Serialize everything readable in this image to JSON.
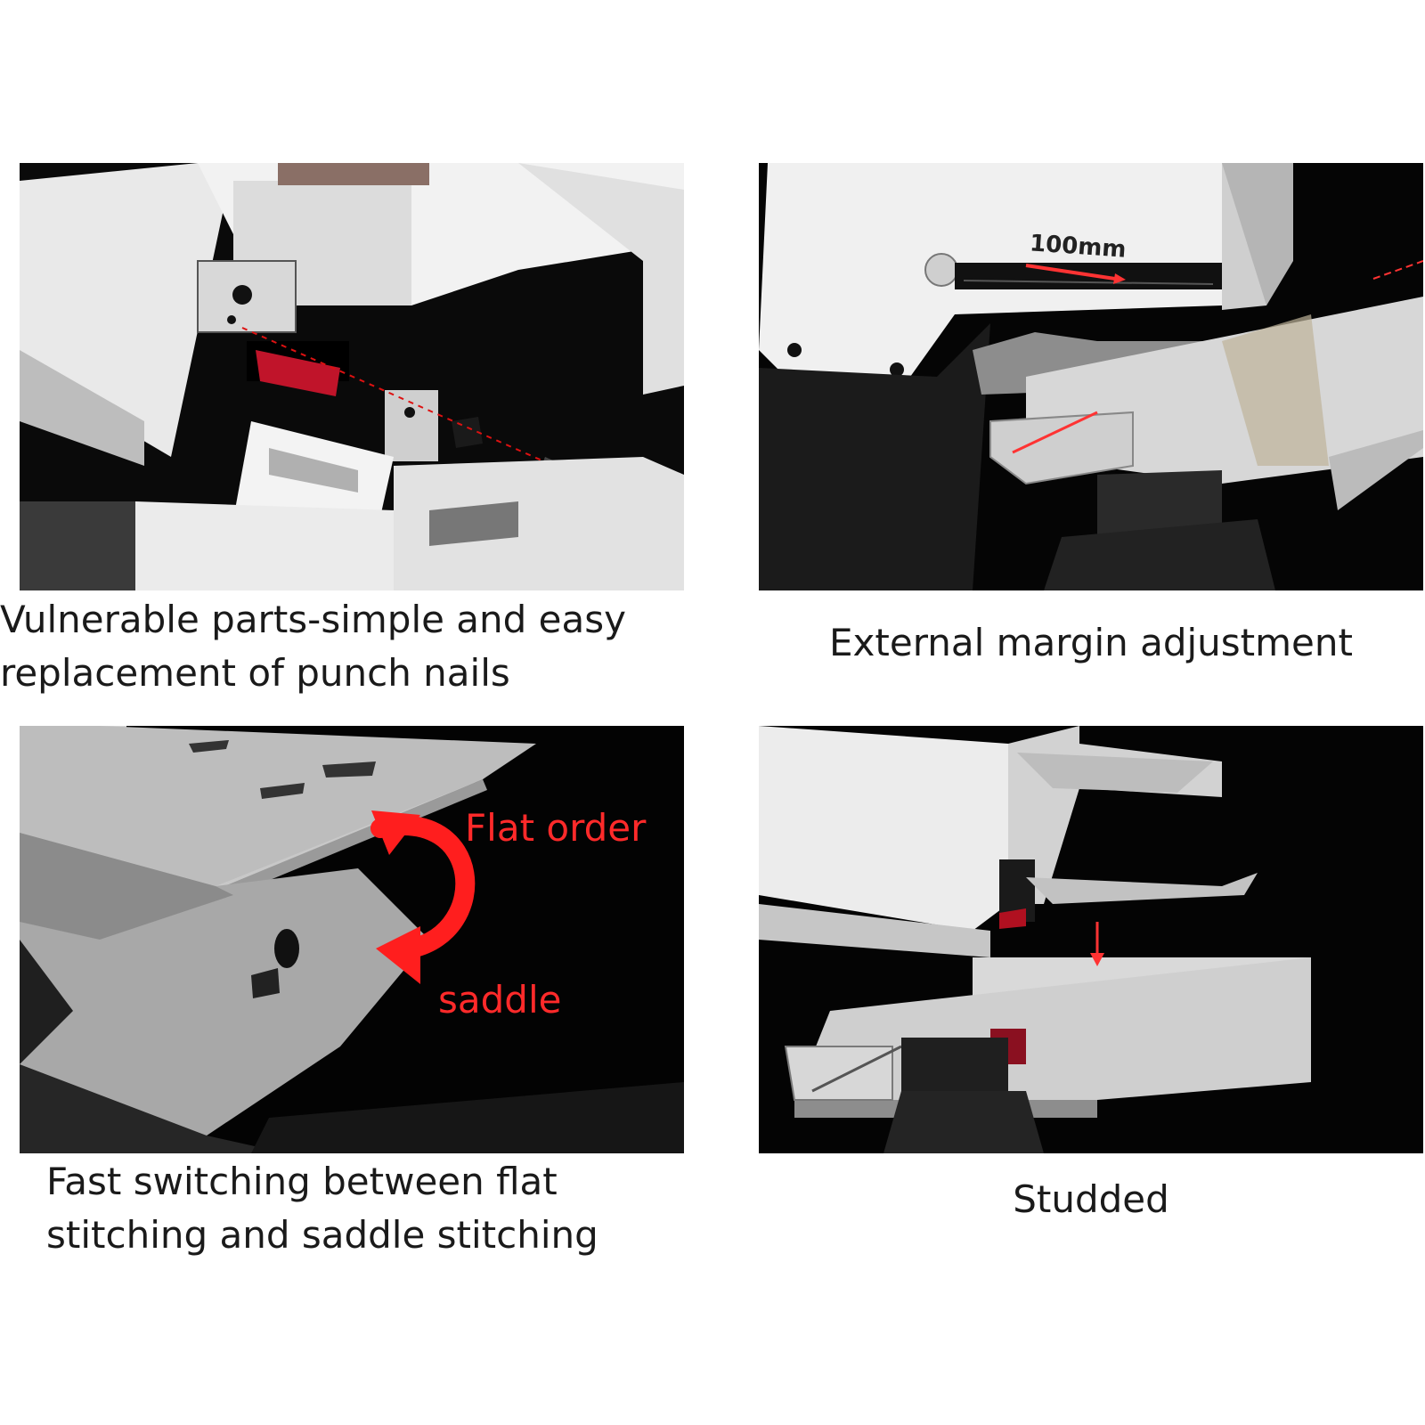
{
  "panels": [
    {
      "caption": "Vulnerable parts-simple and easy\nreplacement of punch nails",
      "image_icon": "stapler-punch-nail-closeup-photo"
    },
    {
      "caption": "External margin adjustment",
      "image_icon": "stapler-margin-guide-photo",
      "annotation": "100mm"
    },
    {
      "caption": "Fast switching between flat\nstitching and saddle stitching",
      "image_icon": "stapler-table-tilt-photo",
      "labels": {
        "flat": "Flat order",
        "saddle": "saddle"
      }
    },
    {
      "caption": "Studded",
      "image_icon": "stapler-studded-table-photo"
    }
  ],
  "colors": {
    "panel_background": "#000000",
    "accent_red": "#ff2a2a",
    "caption_text": "#1a1a1a"
  }
}
